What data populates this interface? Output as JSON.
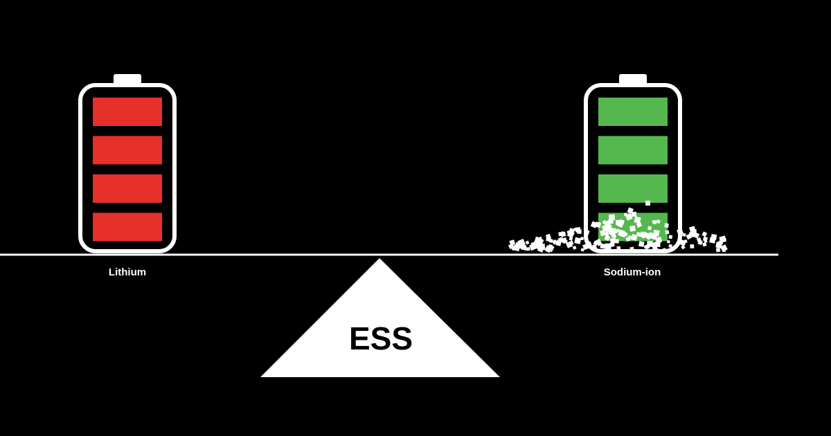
{
  "left_battery": {
    "label": "Lithium",
    "bar_color": "#e8302a",
    "charge_bars": 4
  },
  "right_battery": {
    "label": "Sodium-ion",
    "bar_color": "#55b84e",
    "charge_bars": 4
  },
  "fulcrum": {
    "label": "ESS"
  },
  "colors": {
    "background": "#000000",
    "outline": "#ffffff",
    "fulcrum": "#ffffff",
    "debris": "#ffffff"
  }
}
